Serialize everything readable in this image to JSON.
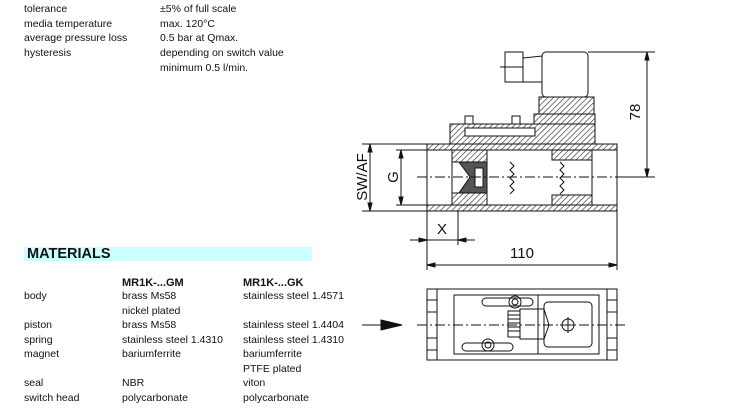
{
  "specs": [
    {
      "label": "tolerance",
      "value": [
        "±5% of full scale"
      ]
    },
    {
      "label": "media temperature",
      "value": [
        "max. 120°C"
      ]
    },
    {
      "label": "average pressure loss",
      "value": [
        "0.5 bar at Qmax."
      ]
    },
    {
      "label": "hysteresis",
      "value": [
        "depending on switch value",
        "minimum 0.5 l/min."
      ]
    }
  ],
  "materials": {
    "heading": "MATERIALS",
    "columns": [
      "MR1K-...GM",
      "MR1K-...GK"
    ],
    "rows": [
      {
        "label": "body",
        "gm": "brass Ms58",
        "gk": "stainless steel 1.4571"
      },
      {
        "label": "",
        "gm": "nickel plated",
        "gk": ""
      },
      {
        "label": "piston",
        "gm": "brass Ms58",
        "gk": "stainless steel 1.4404"
      },
      {
        "label": "spring",
        "gm": "stainless steel 1.4310",
        "gk": "stainless steel 1.4310"
      },
      {
        "label": "magnet",
        "gm": "bariumferrite",
        "gk": "bariumferrite"
      },
      {
        "label": "",
        "gm": "",
        "gk": "PTFE plated"
      },
      {
        "label": "seal",
        "gm": "NBR",
        "gk": "viton"
      },
      {
        "label": "switch head",
        "gm": "polycarbonate",
        "gk": "polycarbonate"
      }
    ]
  },
  "drawing": {
    "dim_height": "78",
    "dim_length": "110",
    "dim_sw": "SW/AF",
    "dim_g": "G",
    "dim_x": "X"
  }
}
